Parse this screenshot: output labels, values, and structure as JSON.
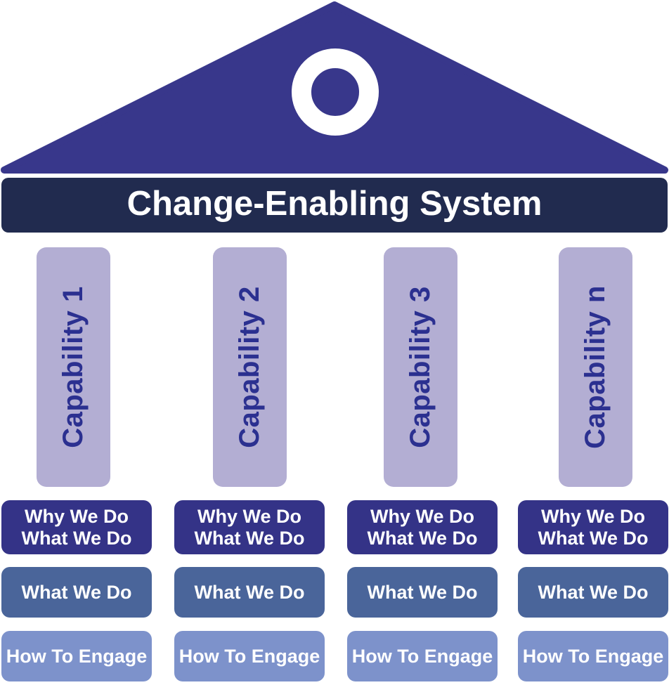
{
  "header": {
    "title": "Change-Enabling System"
  },
  "roof": {
    "icon": "ring-icon"
  },
  "columns": [
    {
      "pillar": "Capability 1",
      "why_line1": "Why We Do",
      "why_line2": "What We Do",
      "what": "What We Do",
      "how": "How To Engage"
    },
    {
      "pillar": "Capability 2",
      "why_line1": "Why We Do",
      "why_line2": "What We Do",
      "what": "What We Do",
      "how": "How To Engage"
    },
    {
      "pillar": "Capability 3",
      "why_line1": "Why We Do",
      "why_line2": "What We Do",
      "what": "What We Do",
      "how": "How To Engage"
    },
    {
      "pillar": "Capability n",
      "why_line1": "Why We Do",
      "why_line2": "What We Do",
      "what": "What We Do",
      "how": "How To Engage"
    }
  ],
  "colors": {
    "roof": "#38378B",
    "ring": "#FFFFFF",
    "banner": "#212B4F",
    "pillar": "#B3AED3",
    "pillar_text": "#2B3090",
    "why_box": "#343387",
    "what_box": "#4A659A",
    "how_box": "#7D92CB",
    "light_text": "#FFFFFF"
  }
}
